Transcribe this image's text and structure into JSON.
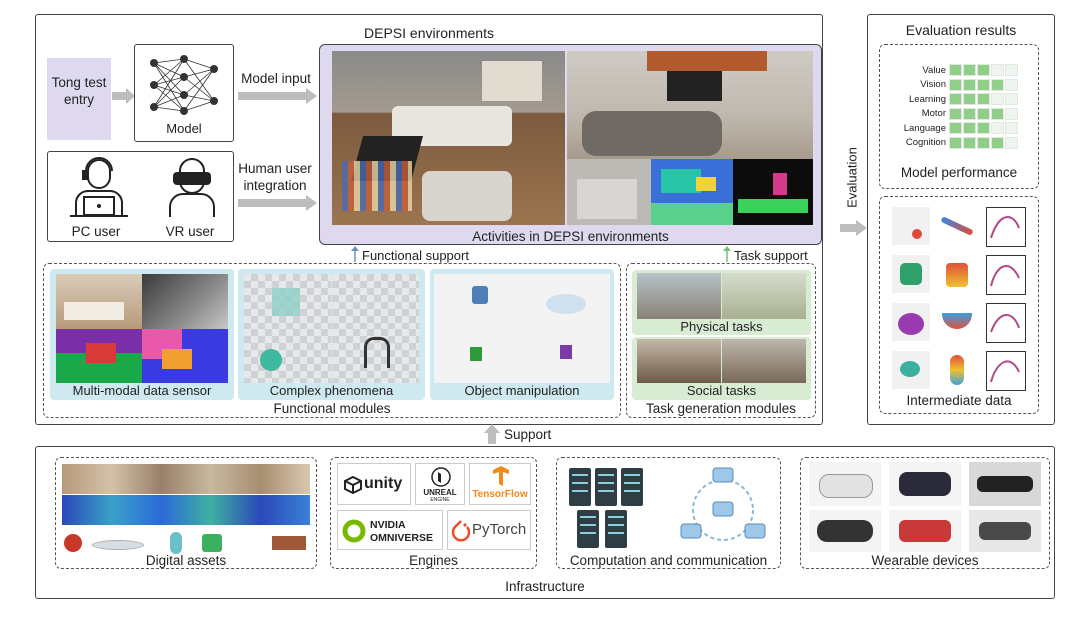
{
  "environments": {
    "title": "DEPSI environments",
    "tong_test_entry": "Tong test\nentry",
    "model_label": "Model",
    "model_input": "Model input",
    "human_user_integration": "Human user\nintegration",
    "pc_user": "PC user",
    "vr_user": "VR user",
    "activities_caption": "Activities in DEPSI environments",
    "functional_support": "Functional support",
    "task_support": "Task support"
  },
  "functional_modules": {
    "title": "Functional modules",
    "items": [
      "Multi-modal data sensor",
      "Complex phenomena",
      "Object manipulation"
    ]
  },
  "task_generation_modules": {
    "title": "Task generation modules",
    "items": [
      "Physical tasks",
      "Social tasks"
    ]
  },
  "evaluation": {
    "label": "Evaluation",
    "panel_title": "Evaluation results",
    "performance_caption": "Model performance",
    "intermediate_caption": "Intermediate data",
    "metrics": [
      {
        "name": "Value",
        "level": 3
      },
      {
        "name": "Vision",
        "level": 4
      },
      {
        "name": "Learning",
        "level": 3
      },
      {
        "name": "Motor",
        "level": 4
      },
      {
        "name": "Language",
        "level": 3
      },
      {
        "name": "Cognition",
        "level": 4
      }
    ]
  },
  "support_label": "Support",
  "infrastructure": {
    "title": "Infrastructure",
    "digital_assets": "Digital assets",
    "engines": "Engines",
    "engine_logos": {
      "unity": "unity",
      "unreal": "UNREAL",
      "unreal_sub": "ENGINE",
      "tensorflow": "TensorFlow",
      "nvidia": "NVIDIA",
      "omniverse": "OMNIVERSE",
      "pytorch": "PyTorch"
    },
    "computation": "Computation and communication",
    "wearable": "Wearable devices"
  },
  "colors": {
    "accent_purple": "#ded9ee",
    "blue_panel": "#cfe9f1",
    "green_panel": "#d7ecd3",
    "bar_green": "#8fcf8a",
    "arrow_gray": "#bdbdbd"
  }
}
